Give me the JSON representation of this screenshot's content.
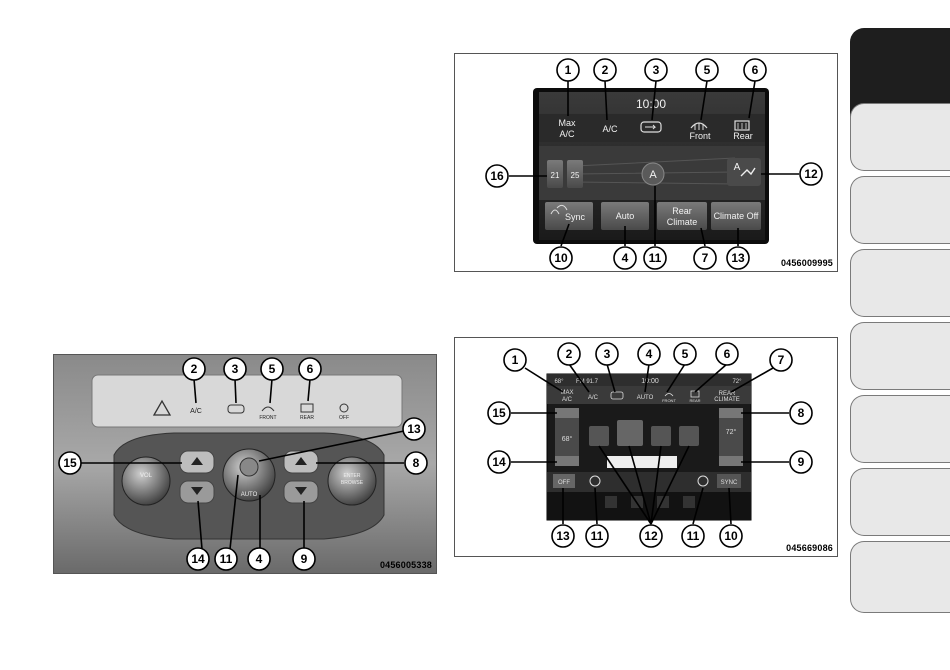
{
  "figure_top_right": {
    "id": "0456009995",
    "screen": {
      "clock": "10:00",
      "max_ac": [
        "Max",
        "A/C"
      ],
      "ac": "A/C",
      "front": "Front",
      "rear": "Rear",
      "temp_left": "21",
      "temp_right": "25",
      "auto_center": "A",
      "sync": "Sync",
      "auto": "Auto",
      "rear_climate": [
        "Rear",
        "Climate"
      ],
      "climate_off": "Climate Off",
      "mode_icon": "A"
    },
    "callouts": [
      "1",
      "2",
      "3",
      "5",
      "6",
      "16",
      "12",
      "10",
      "4",
      "11",
      "7",
      "13"
    ]
  },
  "figure_bottom_left": {
    "id": "0456005338",
    "panel": {
      "ac": "A/C",
      "front": "FRONT",
      "rear": "REAR",
      "off": "OFF",
      "vol": "VOL",
      "enter_browse": [
        "ENTER",
        "BROWSE"
      ],
      "auto": "AUTO"
    },
    "callouts": [
      "2",
      "3",
      "5",
      "6",
      "13",
      "15",
      "8",
      "14",
      "11",
      "4",
      "9"
    ]
  },
  "figure_bottom_right": {
    "id": "045669086",
    "screen": {
      "status_left": "68°",
      "radio": "FM 91.7",
      "clock": "10:00",
      "status_right": "72°",
      "max_ac": [
        "MAX",
        "A/C"
      ],
      "ac": "A/C",
      "auto": "AUTO",
      "front": "FRONT",
      "rear": "REAR",
      "rear_climate": [
        "REAR",
        "CLIMATE"
      ],
      "temp_left": "68°",
      "temp_right": "72°",
      "off": "OFF",
      "sync": "SYNC"
    },
    "callouts": [
      "1",
      "2",
      "3",
      "4",
      "5",
      "6",
      "7",
      "15",
      "8",
      "14",
      "9",
      "13",
      "11",
      "12",
      "11",
      "10"
    ]
  },
  "side_tabs": 8
}
